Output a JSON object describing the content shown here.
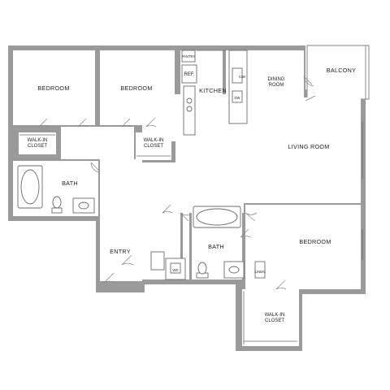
{
  "floorplan": {
    "rooms": {
      "bedroom_1": "BEDROOM",
      "bedroom_2": "BEDROOM",
      "walkin_1": [
        "WALK-IN",
        "CLOSET"
      ],
      "walkin_2": [
        "WALK-IN",
        "CLOSET"
      ],
      "bath_1": "BATH",
      "kitchen": "KITCHEN",
      "dining": [
        "DINING",
        "ROOM"
      ],
      "balcony": "BALCONY",
      "living": "LIVING ROOM",
      "entry": "ENTRY",
      "bath_2": "BATH",
      "bedroom_3": "BEDROOM",
      "walkin_3": [
        "WALK-IN",
        "CLOSET"
      ]
    },
    "fixtures": {
      "pantry": "PANTRY",
      "ref": "REF.",
      "dw": "DW",
      "wd": "WD",
      "linen": "LINEN",
      "cw": "C/W"
    }
  }
}
